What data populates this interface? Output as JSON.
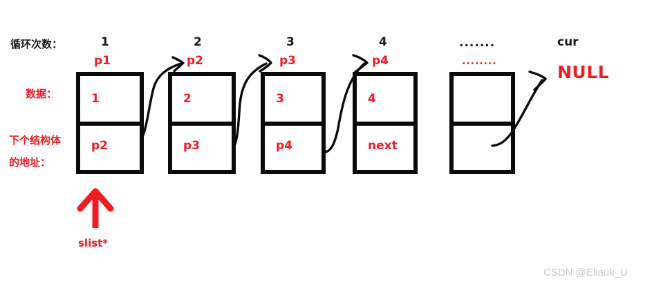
{
  "diagram": {
    "title_row_label": "循环次数：",
    "row_labels": {
      "data": "数据：",
      "next_line1": "下个结构体",
      "next_line2": "的地址："
    },
    "iterations": [
      {
        "count": "1",
        "pointer": "p1"
      },
      {
        "count": "2",
        "pointer": "p2"
      },
      {
        "count": "3",
        "pointer": "p3"
      },
      {
        "count": "4",
        "pointer": "p4"
      }
    ],
    "ellipsis": {
      "count_dots": ".......",
      "pointer_dots": "........"
    },
    "cur_label": "cur",
    "null_label": "NULL",
    "nodes": [
      {
        "data": "1",
        "next": "p2"
      },
      {
        "data": "2",
        "next": "p3"
      },
      {
        "data": "3",
        "next": "p4"
      },
      {
        "data": "4",
        "next": "next"
      },
      {
        "data": "",
        "next": ""
      }
    ],
    "head_pointer_label": "slist*",
    "colors": {
      "accent_red": "#ee1c25",
      "ink_black": "#0a0a0a",
      "watermark_gray": "#c9c9c9",
      "background": "#ffffff"
    }
  },
  "watermark": "CSDN @Eliauk_U"
}
